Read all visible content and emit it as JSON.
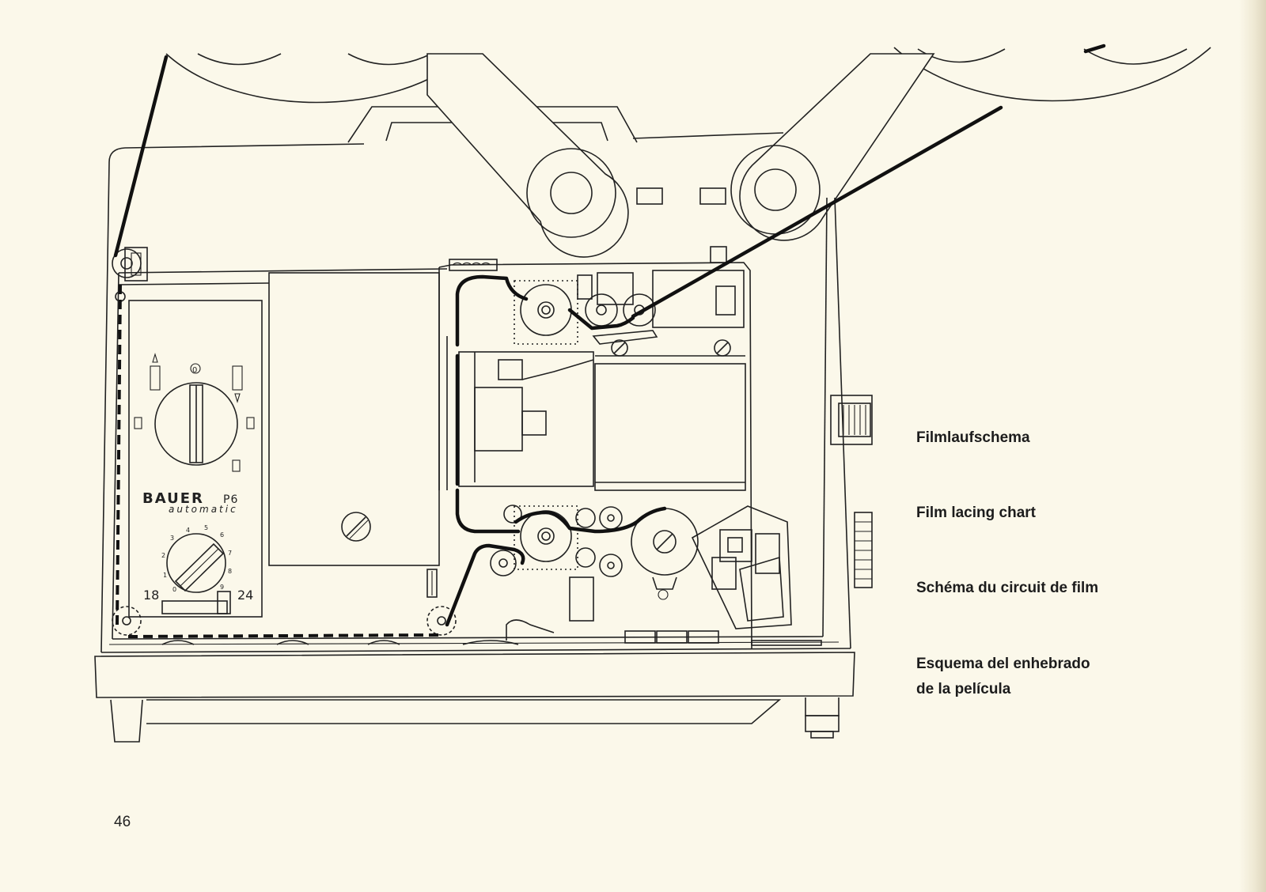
{
  "captions": {
    "de": "Filmlaufschema",
    "en": "Film lacing chart",
    "fr": "Schéma du circuit de film",
    "es_line1": "Esquema del enhebrado",
    "es_line2": "de la película"
  },
  "page_number": "46",
  "panel": {
    "brand": "BAUER",
    "model": "P6",
    "subtitle": "automatic",
    "speed_low": "18",
    "speed_high": "24",
    "dial_marks": [
      "0",
      "1",
      "2",
      "3",
      "4",
      "5",
      "6",
      "7",
      "8",
      "9"
    ],
    "mode_mark": "0"
  },
  "colors": {
    "paper": "#fbf8ea",
    "ink": "#222222",
    "film": "#111111"
  }
}
